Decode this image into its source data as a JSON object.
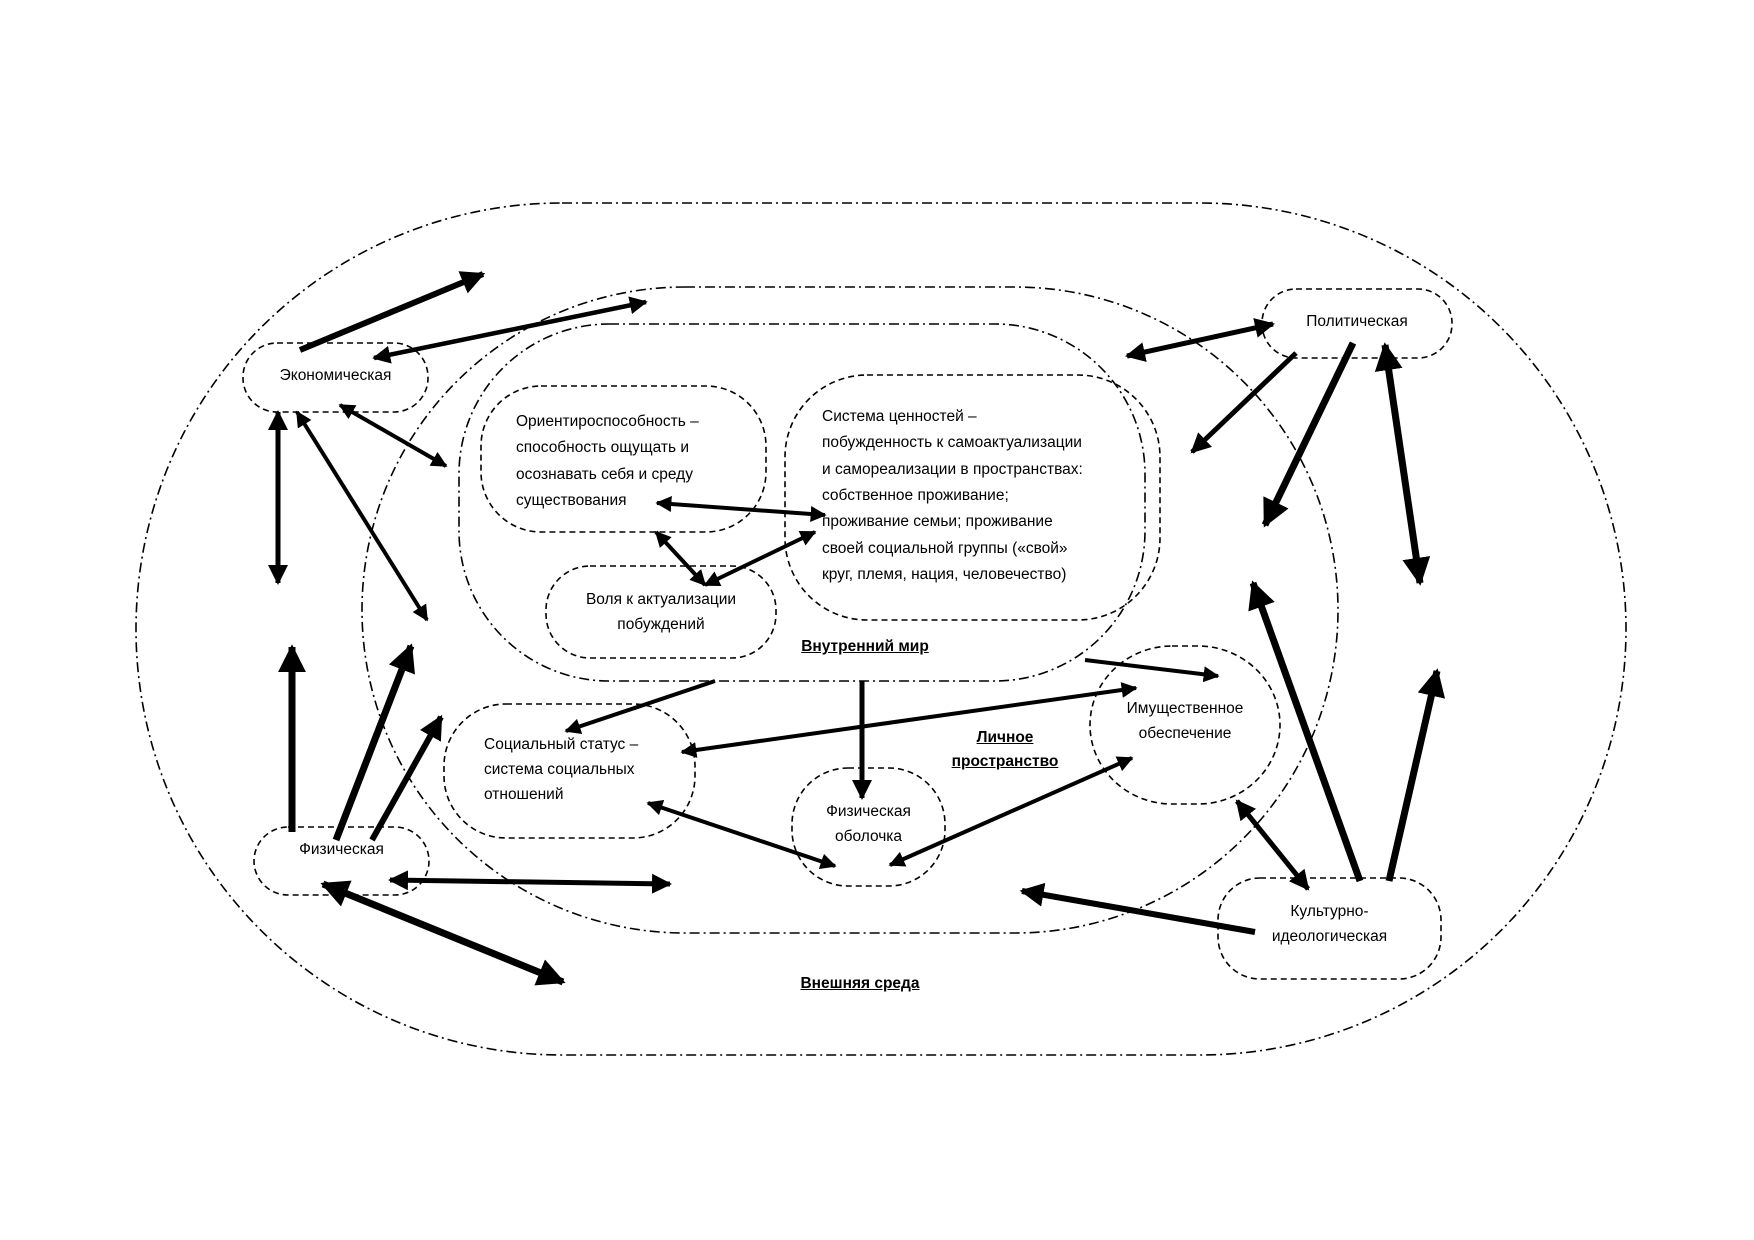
{
  "zones": {
    "outer": "Внешняя среда",
    "personal_line1": "Личное",
    "personal_line2": "пространство",
    "inner": "Внутренний мир"
  },
  "external_spheres": {
    "economic": "Экономическая",
    "political": "Политическая",
    "physical": "Физическая",
    "cultural_line1": "Культурно-",
    "cultural_line2": "идеологическая"
  },
  "inner_world": {
    "orientation": [
      "Ориентироспособность –",
      "способность ощущать и",
      "осознавать себя и среду",
      "существования"
    ],
    "values": [
      "Система ценностей –",
      "побужденность к самоактуализации",
      "и самореализации в пространствах:",
      "собственное проживание;",
      "проживание семьи; проживание",
      "своей социальной группы («свой»",
      "круг, племя, нация, человечество)"
    ],
    "will": [
      "Воля к актуализации",
      "побуждений"
    ]
  },
  "personal_space": {
    "status": [
      "Социальный статус –",
      "система социальных",
      "отношений"
    ],
    "property": [
      "Имущественное",
      "обеспечение"
    ],
    "body": [
      "Физическая",
      "оболочка"
    ]
  },
  "colors": {
    "stroke": "#000000",
    "background": "#ffffff"
  }
}
